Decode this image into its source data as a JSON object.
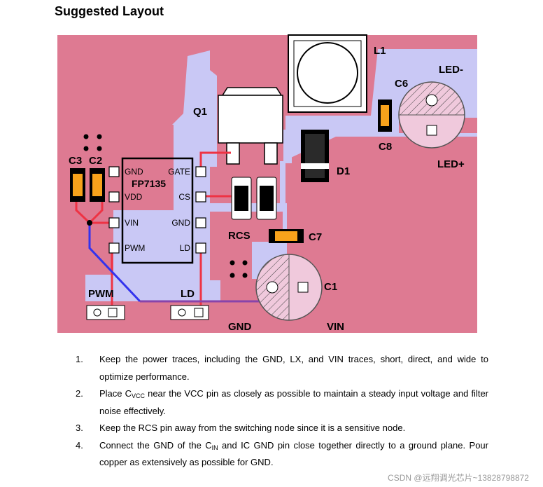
{
  "heading": "Suggested Layout",
  "labels": {
    "l1": "L1",
    "c6": "C6",
    "c8": "C8",
    "led_minus": "LED-",
    "led_plus": "LED+",
    "q1": "Q1",
    "d1": "D1",
    "c3": "C3",
    "c2": "C2",
    "chip": "FP7135",
    "pin_gnd": "GND",
    "pin_vdd": "VDD",
    "pin_vin": "VIN",
    "pin_pwm": "PWM",
    "pin_gate": "GATE",
    "pin_cs": "CS",
    "pin_gnd_r": "GND",
    "pin_ld": "LD",
    "rcs": "RCS",
    "c7": "C7",
    "c1": "C1",
    "pwm": "PWM",
    "ld": "LD",
    "gnd": "GND",
    "vin": "VIN"
  },
  "notes": [
    {
      "num": "1.",
      "text": "Keep the power traces, including the GND, LX, and VIN traces, short, direct, and wide to optimize performance."
    },
    {
      "num": "2.",
      "pre": "Place C",
      "sub": "VCC",
      "post": " near the VCC pin as closely as possible to maintain a steady input voltage and filter noise effectively."
    },
    {
      "num": "3.",
      "text": "Keep the RCS pin away from the switching node since it is a sensitive node."
    },
    {
      "num": "4.",
      "pre": "Connect the GND of the C",
      "sub": "IN",
      "post": " and IC GND pin close together directly to a ground plane. Pour copper as extensively as possible for GND."
    }
  ],
  "watermark": "CSDN @远翔调光芯片~13828798872",
  "colors": {
    "copper": "#de7a92",
    "board": "#c9c8f5",
    "trace_red": "#ee3344",
    "trace_blue": "#3333ee",
    "trace_purple": "#8844aa",
    "cap_orange": "#f7a21b",
    "silk": "#000000"
  }
}
